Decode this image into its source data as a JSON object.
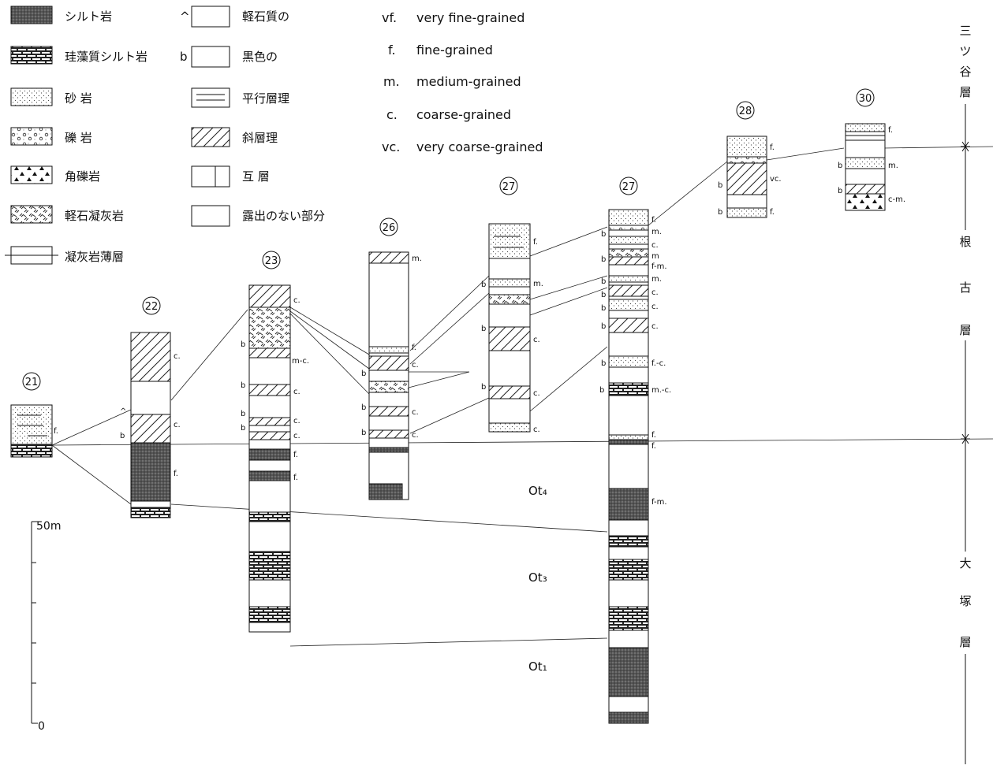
{
  "legend_left": [
    {
      "pattern": "siltstone",
      "label": "シルト岩"
    },
    {
      "pattern": "diatomaceous",
      "label": "珪藻質シルト岩"
    },
    {
      "pattern": "sandstone",
      "label": "砂 岩"
    },
    {
      "pattern": "conglomerate",
      "label": "礫 岩"
    },
    {
      "pattern": "breccia",
      "label": "角礫岩"
    },
    {
      "pattern": "pumice-tuff",
      "label": "軽石凝灰岩"
    },
    {
      "pattern": "tuff-thin",
      "label": "凝灰岩薄層"
    }
  ],
  "legend_mid": [
    {
      "marker": "^",
      "pattern": "blank",
      "label": "軽石質の"
    },
    {
      "marker": "b",
      "pattern": "blank",
      "label": "黒色の"
    },
    {
      "marker": "",
      "pattern": "parallel",
      "label": "平行層理"
    },
    {
      "marker": "",
      "pattern": "cross",
      "label": "斜層理"
    },
    {
      "marker": "",
      "pattern": "alternation",
      "label": "互 層"
    },
    {
      "marker": "",
      "pattern": "blank",
      "label": "露出のない部分"
    }
  ],
  "grain_legend": [
    {
      "abbr": "vf.",
      "text": "very fine-grained"
    },
    {
      "abbr": "f.",
      "text": "fine-grained"
    },
    {
      "abbr": "m.",
      "text": "medium-grained"
    },
    {
      "abbr": "c.",
      "text": "coarse-grained"
    },
    {
      "abbr": "vc.",
      "text": "very coarse-grained"
    }
  ],
  "columns": [
    {
      "id": "21",
      "label": "㉑",
      "grains": [
        "f."
      ]
    },
    {
      "id": "22",
      "label": "㉒",
      "grains": [
        "c.",
        "c.",
        "f."
      ]
    },
    {
      "id": "23",
      "label": "㉓",
      "grains": [
        "c.",
        "m-c.",
        "c.",
        "c.",
        "c.",
        "f.",
        "f."
      ]
    },
    {
      "id": "26",
      "label": "㉖",
      "grains": [
        "m.",
        "f.",
        "c.",
        "c.",
        "c."
      ]
    },
    {
      "id": "27a",
      "label": "㉗",
      "grains": [
        "f.",
        "m.",
        "c.",
        "c.",
        "c."
      ]
    },
    {
      "id": "27b",
      "label": "㉗",
      "grains": [
        "f.",
        "m.",
        "c.",
        "m",
        "f-m.",
        "m.",
        "c.",
        "c.",
        "c.",
        "f.-c.",
        "m.-c.",
        "f.",
        "f.",
        "f-m."
      ]
    },
    {
      "id": "28",
      "label": "㉘",
      "grains": [
        "f.",
        "vc.",
        "f."
      ]
    },
    {
      "id": "30",
      "label": "㉚",
      "grains": [
        "f.",
        "m.",
        "c-m."
      ]
    }
  ],
  "formations": {
    "mitsuya": [
      "三",
      "ツ",
      "谷",
      "層"
    ],
    "neko": [
      "根",
      "古",
      "層"
    ],
    "otsuka": [
      "大",
      "塚",
      "層"
    ]
  },
  "units": [
    "Ot₄",
    "Ot₃",
    "Ot₁"
  ],
  "scale": {
    "top": "50m",
    "bottom": "0"
  },
  "black_marker": "b"
}
